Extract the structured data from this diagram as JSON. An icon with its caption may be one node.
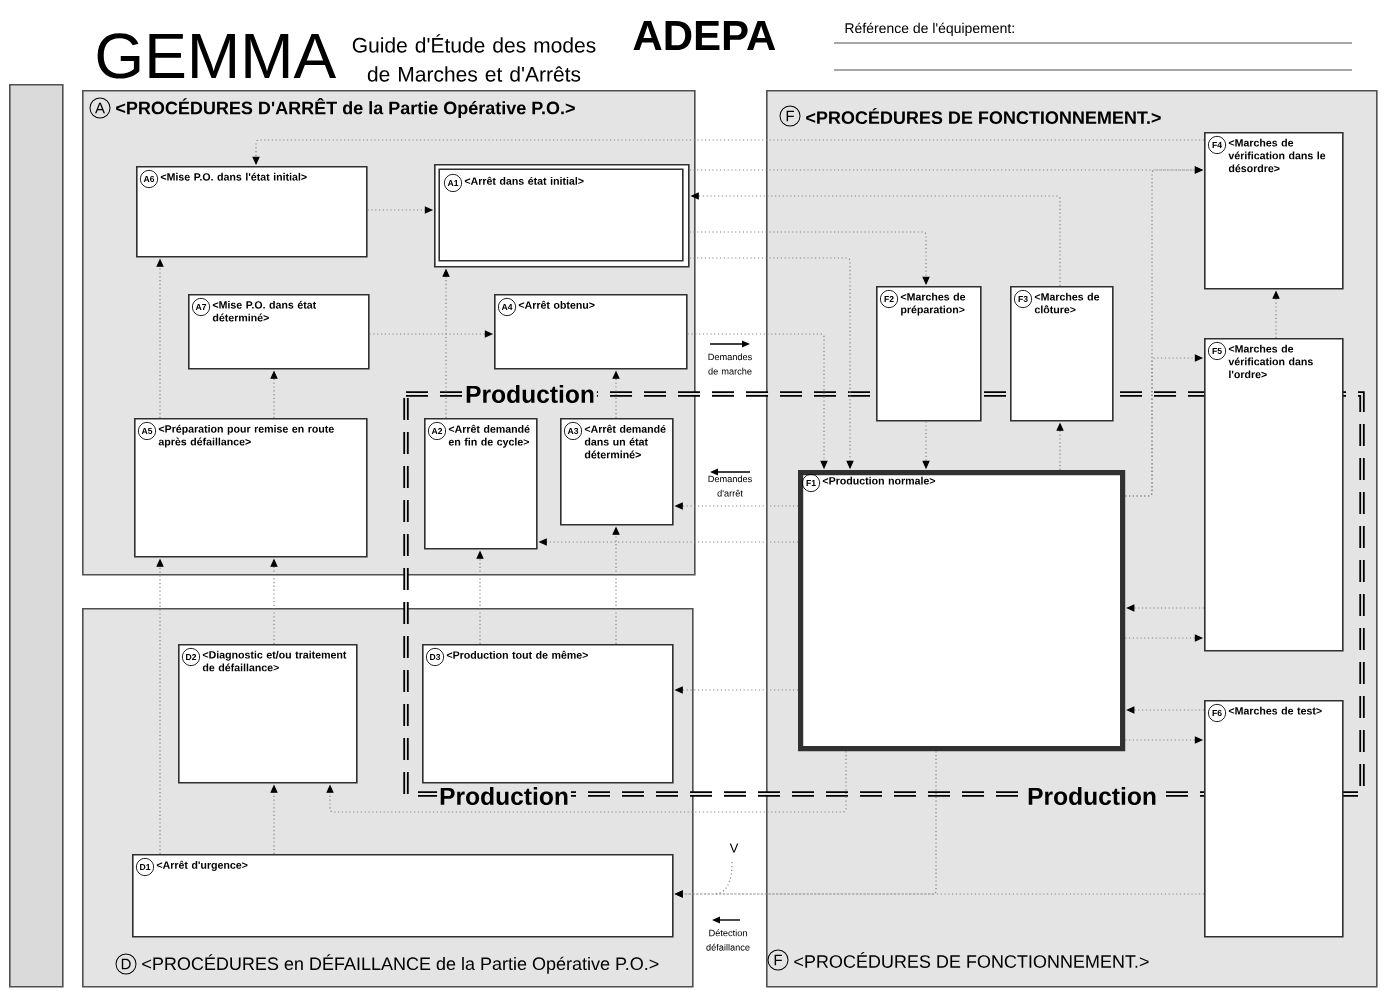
{
  "diagram": {
    "title": "GEMMA",
    "nodes": [
      {
        "text": [
          "A",
          "<PROCÉDURES D'ARRÊT de la Partie Opérative P.O.>"
        ]
      },
      {
        "text": [
          "A6",
          "<Mise P.O. dans l'état initial>"
        ],
        "in": 0
      },
      {
        "text": [
          "A1",
          "<Arrêt dans état initial>"
        ],
        "in": 0
      },
      {
        "text": [
          "A7",
          "<Mise P.O. dans état déterminé>"
        ],
        "in": 0
      },
      {
        "text": [
          "A4",
          "<Arrêt obtenu>"
        ],
        "in": 0
      },
      {
        "text": [
          "A5",
          "<Préparation pour remise en route après défaillance>"
        ],
        "in": 0
      },
      {
        "text": [
          "A2",
          "<Arrêt demandé en fin de cycle>"
        ],
        "in": 0
      },
      {
        "text": [
          "A3",
          "<Arrêt demandé dans un état déterminé>"
        ],
        "in": 0
      },
      {
        "text": [
          "F",
          "<PROCÉDURES DE FONCTIONNEMENT.>",
          "F",
          "<PROCÉDURES DE FONCTIONNEMENT.>"
        ]
      },
      {
        "text": [
          "F4",
          "<Marches de vérification dans le désordre>"
        ],
        "in": 8
      },
      {
        "text": [
          "F2",
          "<Marches de préparation>"
        ],
        "in": 8
      },
      {
        "text": [
          "F3",
          "<Marches de clôture>"
        ],
        "in": 8
      },
      {
        "text": [
          "F5",
          "<Marches de vérification dans l'ordre>"
        ],
        "in": 8
      },
      {
        "text": [
          "F1",
          "<Production normale>"
        ],
        "in": 8
      },
      {
        "text": [
          "F6",
          "<Marches de test>"
        ],
        "in": 8
      },
      {
        "text": [
          "D",
          "<PROCÉDURES en DÉFAILLANCE de la Partie Opérative P.O.>"
        ]
      },
      {
        "text": [
          "D2",
          "<Diagnostic et/ou traitement de défaillance>"
        ],
        "in": 15
      },
      {
        "text": [
          "D3",
          "<Production tout de même>"
        ],
        "in": 15
      },
      {
        "text": [
          "D1",
          "<Arrêt d'urgence>"
        ],
        "in": 15
      },
      {
        "text": [],
        "shape": "bar"
      }
    ],
    "edges": [
      {
        "from": 9,
        "to": 1,
        "arrow": "to"
      },
      {
        "from": 1,
        "to": 2,
        "arrow": "to"
      },
      {
        "from": 3,
        "to": 4,
        "arrow": "to"
      },
      {
        "from": 5,
        "to": 1,
        "arrow": "to"
      },
      {
        "from": 5,
        "to": 3,
        "arrow": "to"
      },
      {
        "from": 6,
        "to": 2,
        "arrow": "to"
      },
      {
        "from": 7,
        "to": 4,
        "arrow": "to"
      },
      {
        "from": 2,
        "to": 9,
        "arrow": "to"
      },
      {
        "from": 11,
        "to": 2,
        "arrow": "to"
      },
      {
        "from": 2,
        "to": 10,
        "arrow": "to"
      },
      {
        "from": 2,
        "to": 13,
        "arrow": "to"
      },
      {
        "from": 4,
        "to": 13,
        "arrow": "to"
      },
      {
        "from": 10,
        "to": 13,
        "arrow": "to"
      },
      {
        "from": 13,
        "to": 11,
        "arrow": "to"
      },
      {
        "from": 12,
        "to": 9,
        "arrow": "to"
      },
      {
        "from": 13,
        "to": 9,
        "arrow": "to"
      },
      {
        "from": 13,
        "to": 12,
        "arrow": "to"
      },
      {
        "from": 12,
        "to": 13,
        "arrow": "to"
      },
      {
        "from": 13,
        "to": 12,
        "arrow": "to"
      },
      {
        "from": 14,
        "to": 13,
        "arrow": "to"
      },
      {
        "from": 13,
        "to": 14,
        "arrow": "to"
      },
      {
        "from": 13,
        "to": 7,
        "arrow": "to"
      },
      {
        "from": 13,
        "to": 6,
        "arrow": "to"
      },
      {
        "from": 17,
        "to": 6,
        "arrow": "to"
      },
      {
        "from": 17,
        "to": 7,
        "arrow": "to"
      },
      {
        "from": 18,
        "to": 5,
        "arrow": "to"
      },
      {
        "from": 16,
        "to": 5,
        "arrow": "to"
      },
      {
        "from": 18,
        "to": 16,
        "arrow": "to"
      },
      {
        "from": 13,
        "to": 16,
        "arrow": "to"
      },
      {
        "from": 13,
        "to": 17,
        "arrow": "to"
      },
      {
        "from": 13,
        "to": 18,
        "arrow": "to"
      },
      {
        "from": 14,
        "to": 18,
        "arrow": "to"
      }
    ],
    "labels": [
      "Guide d'Étude des modes de Marches et d'Arrêts",
      "ADEPA",
      "Référence de l'équipement:",
      "Demandes de marche",
      "Production",
      "Demandes d'arrêt",
      "Production",
      "Production",
      "V",
      "Détection défaillance"
    ]
  }
}
